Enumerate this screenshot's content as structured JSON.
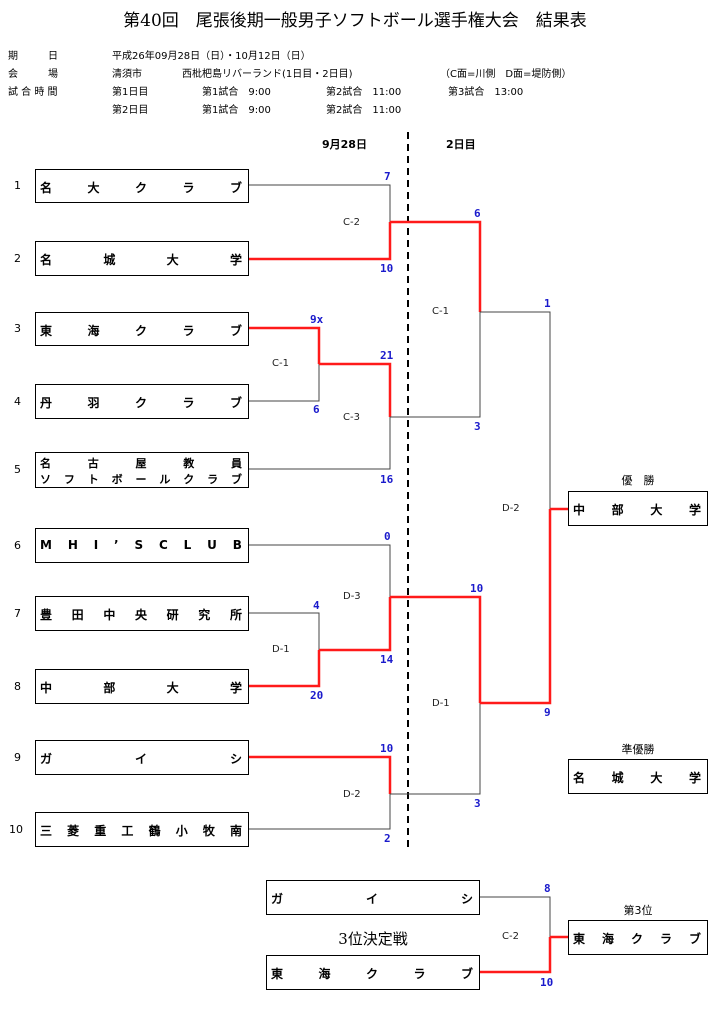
{
  "title": "第40回　尾張後期一般男子ソフトボール選手権大会　結果表",
  "info": {
    "date_label": "期　　　日",
    "date_value": "平成26年09月28日（日）・10月12日（日）",
    "venue_label": "会　　　場",
    "venue_city": "清須市",
    "venue_place": "西枇杷島リバーランド(1日目・2日目)",
    "venue_note": "（C面=川側　D面=堤防側）",
    "time_label": "試 合 時 間",
    "day1_label": "第1日目",
    "day1_g1": "第1試合　9:00",
    "day1_g2": "第2試合　11:00",
    "day1_g3": "第3試合　13:00",
    "day2_label": "第2日目",
    "day2_g1": "第1試合　9:00",
    "day2_g2": "第2試合　11:00"
  },
  "days": {
    "day1": "9月28日",
    "day2": "2日目"
  },
  "teams": [
    {
      "seed": "1",
      "chars": [
        "名",
        "大",
        "ク",
        "ラ",
        "ブ"
      ]
    },
    {
      "seed": "2",
      "chars": [
        "名",
        "城",
        "大",
        "学"
      ]
    },
    {
      "seed": "3",
      "chars": [
        "東",
        "海",
        "ク",
        "ラ",
        "ブ"
      ]
    },
    {
      "seed": "4",
      "chars": [
        "丹",
        "羽",
        "ク",
        "ラ",
        "ブ"
      ]
    },
    {
      "seed": "5",
      "chars": [
        "名",
        "古",
        "屋",
        "教",
        "員"
      ],
      "chars2": [
        "ソ",
        "フ",
        "ト",
        "ボ",
        "ー",
        "ル",
        "ク",
        "ラ",
        "ブ"
      ]
    },
    {
      "seed": "6",
      "chars": [
        "M",
        "H",
        "I",
        "’",
        "S",
        "C",
        "L",
        "U",
        "B"
      ]
    },
    {
      "seed": "7",
      "chars": [
        "豊",
        "田",
        "中",
        "央",
        "研",
        "究",
        "所"
      ]
    },
    {
      "seed": "8",
      "chars": [
        "中",
        "部",
        "大",
        "学"
      ]
    },
    {
      "seed": "9",
      "chars": [
        "ガ",
        "イ",
        "シ"
      ]
    },
    {
      "seed": "10",
      "chars": [
        "三",
        "菱",
        "重",
        "工",
        "鶴",
        "小",
        "牧",
        "南"
      ]
    }
  ],
  "scores": {
    "r1_g1_top": "7",
    "r1_g1_bot": "10",
    "r0_g1_top": "9x",
    "r0_g1_bot": "6",
    "r1_g2_top": "21",
    "r1_g2_bot": "16",
    "r1_g3_top": "0",
    "r1_g3_bot": "14",
    "r0_g2_top": "4",
    "r0_g2_bot": "20",
    "r1_g4_top": "10",
    "r1_g4_bot": "2",
    "r2_g1_top": "6",
    "r2_g1_bot": "3",
    "r2_g2_top": "10",
    "r2_g2_bot": "3",
    "final_top": "1",
    "final_bot": "9",
    "third_top": "8",
    "third_bot": "10"
  },
  "courts": {
    "c2": "C-2",
    "c1a": "C-1",
    "c3": "C-3",
    "d3": "D-3",
    "d1a": "D-1",
    "d2a": "D-2",
    "c1b": "C-1",
    "d1b": "D-1",
    "d2b": "D-2",
    "c2b": "C-2"
  },
  "results": {
    "champion_label": "優　勝",
    "champion_chars": [
      "中",
      "部",
      "大",
      "学"
    ],
    "runnerup_label": "準優勝",
    "runnerup_chars": [
      "名",
      "城",
      "大",
      "学"
    ],
    "third_label": "第3位",
    "third_chars": [
      "東",
      "海",
      "ク",
      "ラ",
      "ブ"
    ],
    "third_playoff_title": "3位決定戦",
    "third_playoff_teams": [
      {
        "chars": [
          "ガ",
          "イ",
          "シ"
        ]
      },
      {
        "chars": [
          "東",
          "海",
          "ク",
          "ラ",
          "ブ"
        ]
      }
    ]
  },
  "colors": {
    "winner_line": "#ff1a1a",
    "line": "#444444",
    "score": "#1a1acc"
  }
}
